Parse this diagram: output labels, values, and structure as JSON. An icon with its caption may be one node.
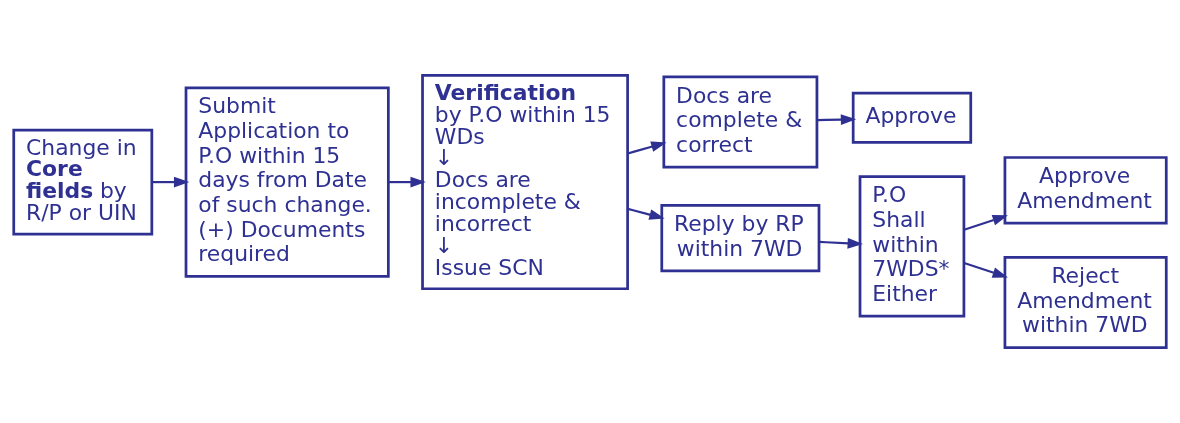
{
  "diagram": {
    "nodes": [
      {
        "text": [
          "Change in **Core fields** by R/P or UIN"
        ]
      },
      {
        "text": [
          "Submit Application to P.O within 15 days from Date of such change. (+) Documents required"
        ]
      },
      {
        "text": [
          "Verification",
          "by P.O within 15 WDs",
          "↓",
          "Docs are incomplete & incorrect",
          "↓",
          "Issue SCN"
        ]
      },
      {
        "text": [
          "Docs are complete & correct"
        ]
      },
      {
        "text": [
          "Approve"
        ]
      },
      {
        "text": [
          "Reply by RP within 7WD"
        ]
      },
      {
        "text": [
          "P.O Shall within 7WDS* Either"
        ]
      },
      {
        "text": [
          "Approve Amendment"
        ]
      },
      {
        "text": [
          "Reject Amendment within 7WD"
        ]
      }
    ],
    "edges": [
      {
        "from": 0,
        "to": 1,
        "arrow": "to"
      },
      {
        "from": 1,
        "to": 2,
        "arrow": "to"
      },
      {
        "from": 2,
        "to": 3,
        "arrow": "to"
      },
      {
        "from": 3,
        "to": 4,
        "arrow": "to"
      },
      {
        "from": 2,
        "to": 5,
        "arrow": "to"
      },
      {
        "from": 5,
        "to": 6,
        "arrow": "to"
      },
      {
        "from": 6,
        "to": 7,
        "arrow": "to"
      },
      {
        "from": 6,
        "to": 8,
        "arrow": "to"
      }
    ]
  }
}
